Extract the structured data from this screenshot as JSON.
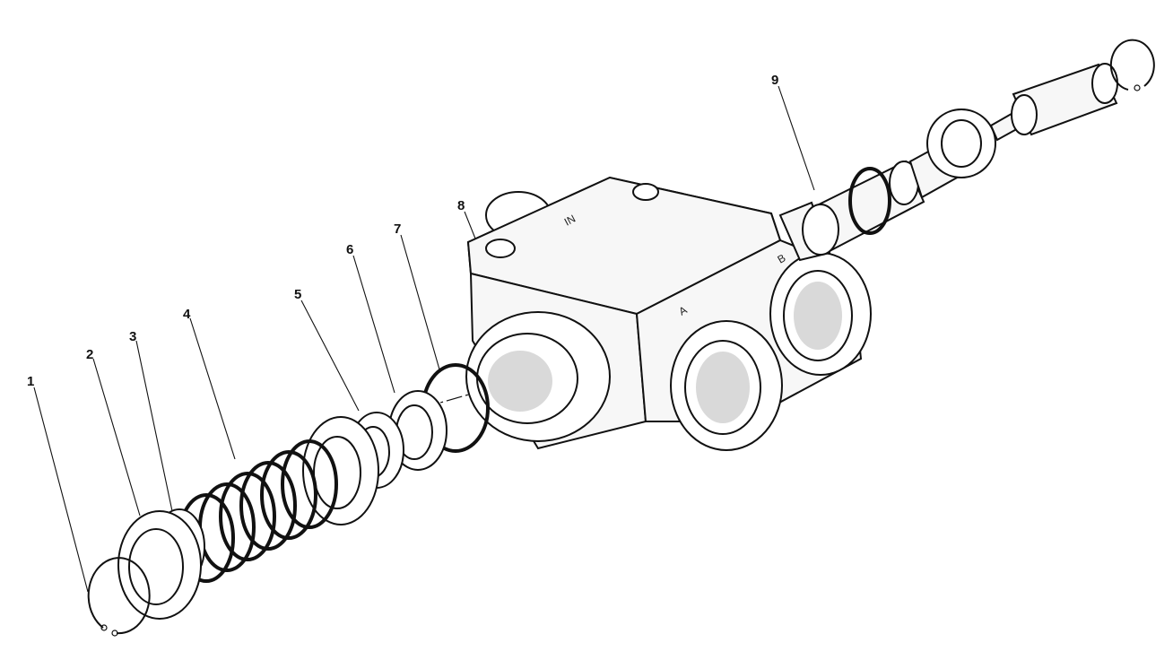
{
  "diagram": {
    "type": "exploded-parts-view",
    "callouts": [
      {
        "id": "1",
        "label": "1"
      },
      {
        "id": "2",
        "label": "2"
      },
      {
        "id": "3",
        "label": "3"
      },
      {
        "id": "4",
        "label": "4"
      },
      {
        "id": "5",
        "label": "5"
      },
      {
        "id": "6",
        "label": "6"
      },
      {
        "id": "7",
        "label": "7"
      },
      {
        "id": "8",
        "label": "8"
      },
      {
        "id": "9",
        "label": "9"
      }
    ],
    "port_markings": {
      "a": "A",
      "b": "B",
      "top": "IN"
    }
  }
}
